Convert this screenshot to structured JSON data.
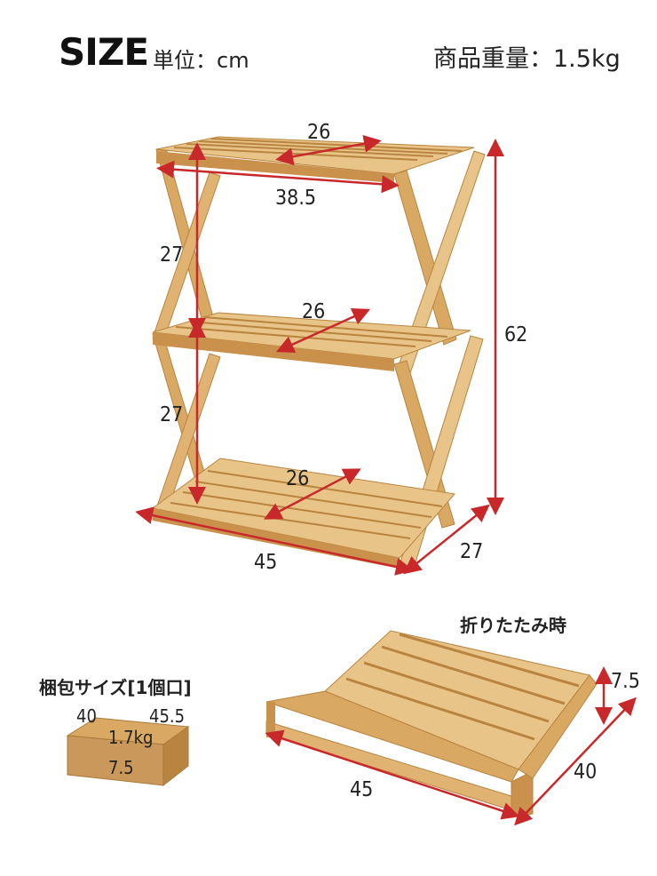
{
  "header": {
    "size_title": "SIZE",
    "unit_label": "単位：cm",
    "weight_label": "商品重量：1.5kg"
  },
  "dimensions": {
    "top_depth": "26",
    "top_width": "38.5",
    "shelf_gap_upper": "27",
    "shelf_gap_lower": "27",
    "middle_depth": "26",
    "bottom_depth": "26",
    "total_height": "62",
    "total_width": "45",
    "total_depth": "27"
  },
  "folded": {
    "label": "折りたたみ時",
    "thickness": "7.5",
    "depth": "40",
    "width": "45"
  },
  "package": {
    "label": "梱包サイズ[1個口]",
    "dim_depth": "40",
    "dim_width": "45.5",
    "weight": "1.7kg",
    "dim_height": "7.5"
  },
  "colors": {
    "wood_light": "#e8c488",
    "wood_mid": "#d9a862",
    "wood_dark": "#b9843f",
    "arrow": "#c8282a",
    "box": "#c9985a"
  }
}
